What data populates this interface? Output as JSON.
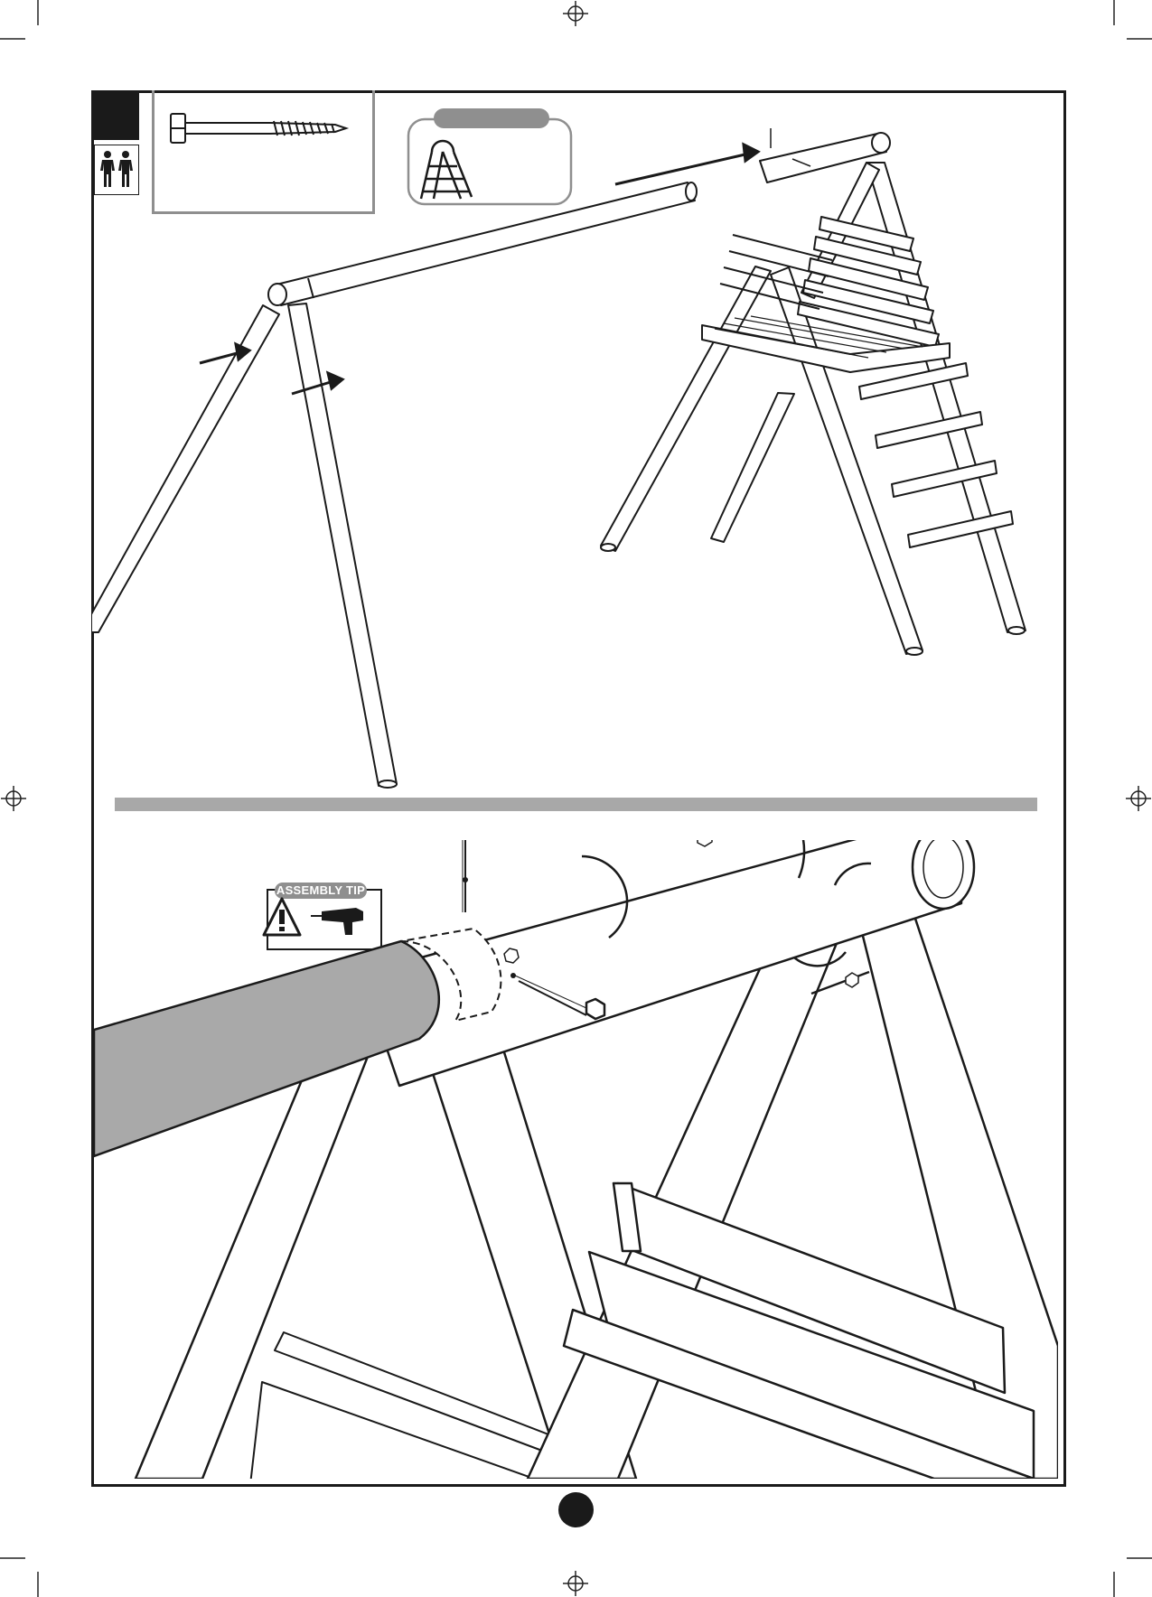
{
  "document": {
    "type": "assembly-instructions-page",
    "step_marker": "",
    "people_required": 2,
    "page_number": ""
  },
  "assembly_tip": {
    "label": "ASSEMBLY TIP",
    "icons": [
      "warning-icon",
      "drill-icon"
    ]
  },
  "ladder_callout": {
    "icons": [
      "step-ladder-icon"
    ]
  },
  "parts_box": {
    "icons": [
      "lag-screw-icon"
    ]
  },
  "colors": {
    "ink": "#1a1a1a",
    "divider_gray": "#a8a8a8",
    "highlight_gray": "#a9a9a9"
  }
}
